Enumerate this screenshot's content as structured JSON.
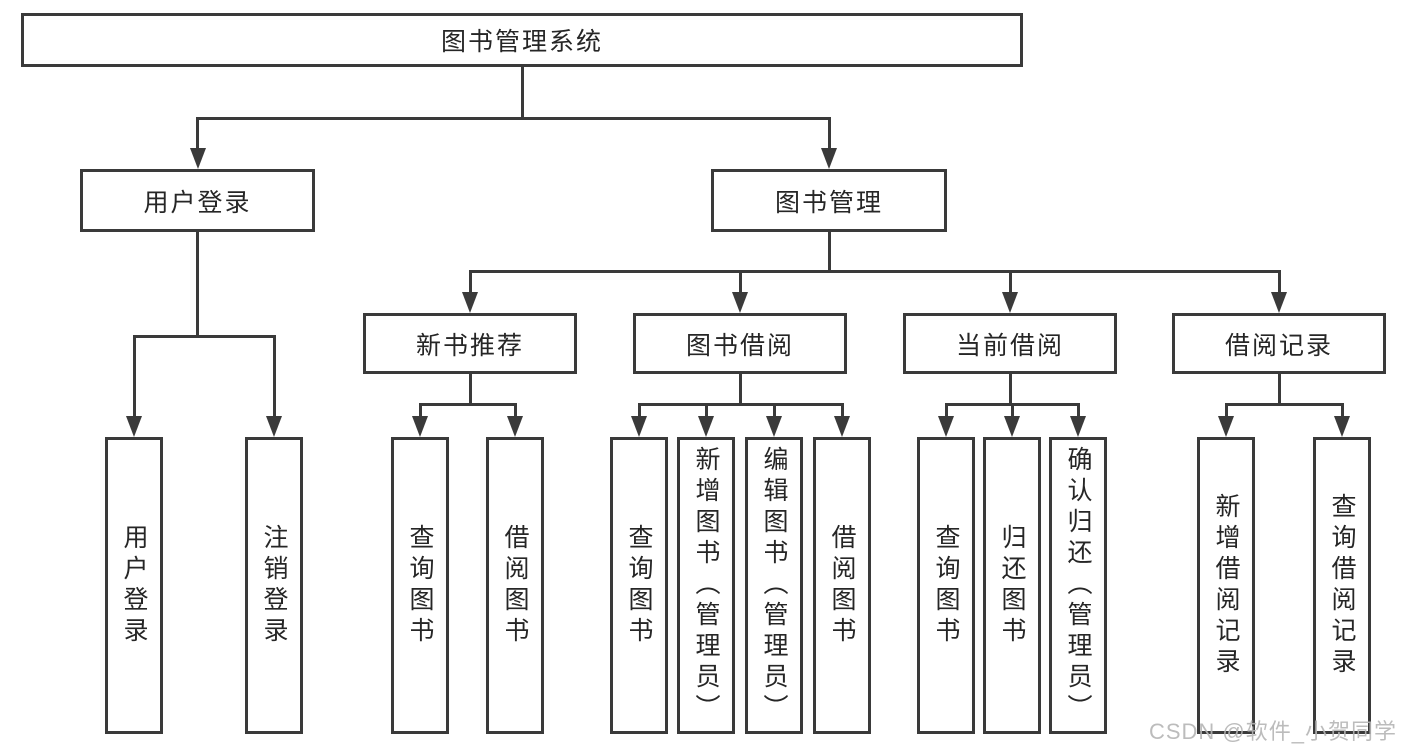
{
  "diagram": {
    "type": "hierarchy-tree",
    "watermark": "CSDN @软件_小贺同学",
    "colors": {
      "line": "#3a3a3a",
      "text": "#262626",
      "background": "#ffffff",
      "watermark": "#b5b5b5"
    },
    "tree": {
      "label": "图书管理系统",
      "children": [
        {
          "label": "用户登录",
          "children": [
            {
              "label": "用户登录"
            },
            {
              "label": "注销登录"
            }
          ]
        },
        {
          "label": "图书管理",
          "children": [
            {
              "label": "新书推荐",
              "children": [
                {
                  "label": "查询图书"
                },
                {
                  "label": "借阅图书"
                }
              ]
            },
            {
              "label": "图书借阅",
              "children": [
                {
                  "label": "查询图书"
                },
                {
                  "label": "新增图书（管理员）"
                },
                {
                  "label": "编辑图书（管理员）"
                },
                {
                  "label": "借阅图书"
                }
              ]
            },
            {
              "label": "当前借阅",
              "children": [
                {
                  "label": "查询图书"
                },
                {
                  "label": "归还图书"
                },
                {
                  "label": "确认归还（管理员）"
                }
              ]
            },
            {
              "label": "借阅记录",
              "children": [
                {
                  "label": "新增借阅记录"
                },
                {
                  "label": "查询借阅记录"
                }
              ]
            }
          ]
        }
      ]
    }
  }
}
